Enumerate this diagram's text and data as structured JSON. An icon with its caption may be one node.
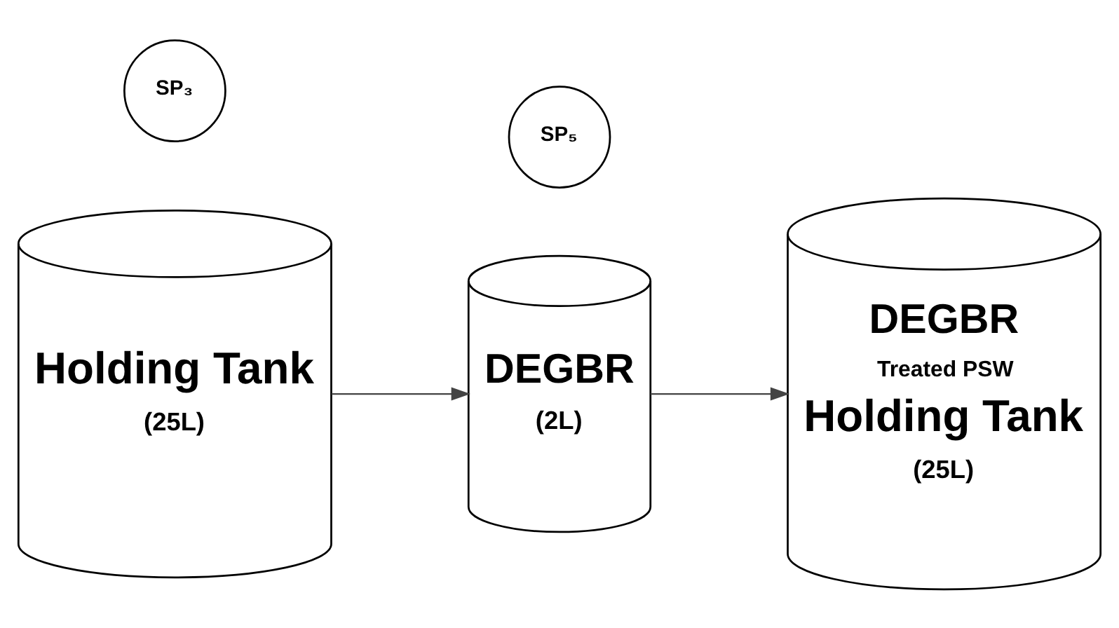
{
  "diagram": {
    "nodes": [
      {
        "text": [
          "Holding Tank",
          "(25L)"
        ]
      },
      {
        "text": [
          "SP₃"
        ]
      },
      {
        "text": [
          "DEGBR",
          "(2L)"
        ]
      },
      {
        "text": [
          "SP₅"
        ]
      },
      {
        "text": [
          "DEGBR",
          "Treated PSW",
          "Holding Tank",
          "(25L)"
        ]
      }
    ],
    "edges": [
      {
        "from": 0,
        "to": 2,
        "arrow": "to"
      },
      {
        "from": 2,
        "to": 4,
        "arrow": "to"
      }
    ]
  }
}
